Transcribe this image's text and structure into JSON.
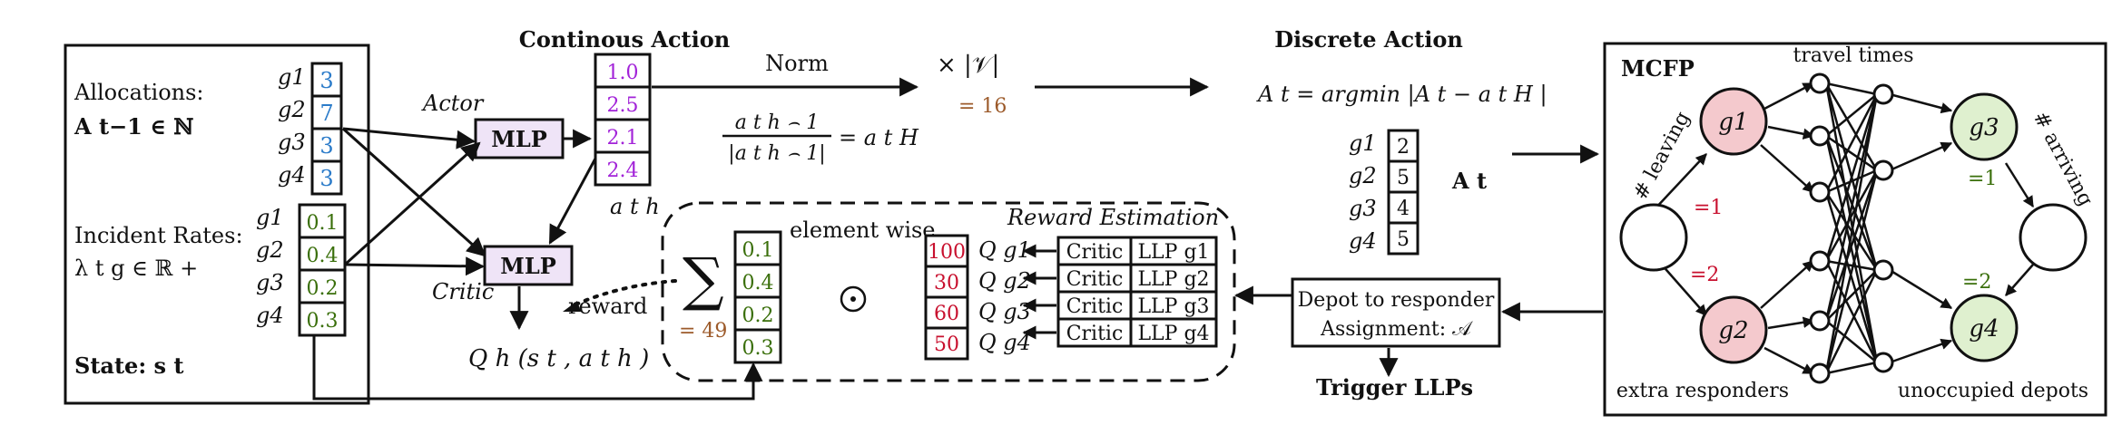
{
  "state": {
    "allocations_label": "Allocations:",
    "allocations_formula": "A t−1 ∈ ℕ",
    "incident_label": "Incident Rates:",
    "incident_formula": "λ t g ∈ ℝ +",
    "state_label": "State: s t",
    "g_labels": [
      "g1",
      "g2",
      "g3",
      "g4"
    ],
    "allocations": [
      "3",
      "7",
      "3",
      "3"
    ],
    "incident_rates": [
      "0.1",
      "0.4",
      "0.2",
      "0.3"
    ]
  },
  "actor": {
    "actor_label": "Actor",
    "critic_label": "Critic",
    "mlp_label": "MLP",
    "q_output": "Q h (s t , a t h )",
    "reward_label": "reward"
  },
  "continuous": {
    "title": "Continous Action",
    "values": [
      "1.0",
      "2.5",
      "2.1",
      "2.4"
    ],
    "ah_label": "a t h"
  },
  "norm": {
    "label": "Norm",
    "formula_num": "a t h ⌢ 1",
    "formula_den": "|a t h ⌢ 1|",
    "formula_rhs": "= a t H",
    "times_v": "× |𝒱|",
    "eq16": "= 16"
  },
  "discrete": {
    "title": "Discrete Action",
    "formula": "A t = argmin |A t − a t H |",
    "values": [
      "2",
      "5",
      "4",
      "5"
    ],
    "at_label": "A t"
  },
  "reward": {
    "title": "Reward Estimation",
    "sum_label": "= 49",
    "element_wise": "element wise",
    "rates": [
      "0.1",
      "0.4",
      "0.2",
      "0.3"
    ],
    "q_values": [
      "100",
      "30",
      "60",
      "50"
    ],
    "q_labels": [
      "Q g1",
      "Q g2",
      "Q g3",
      "Q g4"
    ],
    "critic_labels": [
      "Critic",
      "Critic",
      "Critic",
      "Critic"
    ],
    "llp_labels": [
      "LLP g1",
      "LLP g2",
      "LLP g3",
      "LLP g4"
    ]
  },
  "assignment": {
    "line1": "Depot to responder",
    "line2": "Assignment: 𝒜",
    "trigger": "Trigger LLPs"
  },
  "mcfp": {
    "title": "MCFP",
    "travel_times": "travel times",
    "leaving": "# leaving",
    "arriving": "# arriving",
    "extra_responders": "extra responders",
    "unoccupied_depots": "unoccupied depots",
    "left_nodes": [
      "g1",
      "g2"
    ],
    "right_nodes": [
      "g3",
      "g4"
    ],
    "left_counts": [
      "=1",
      "=2"
    ],
    "right_counts": [
      "=1",
      "=2"
    ]
  },
  "colors": {
    "alloc_text": "#2b7bc9",
    "rate_text": "#3a6f0b",
    "action_text": "#a223d8",
    "q_text": "#c8102e",
    "count_text": "#9c5a2a",
    "mlp_fill": "#efe4f7",
    "pink_node": "#f4c9cd",
    "green_node": "#dff0cf"
  }
}
